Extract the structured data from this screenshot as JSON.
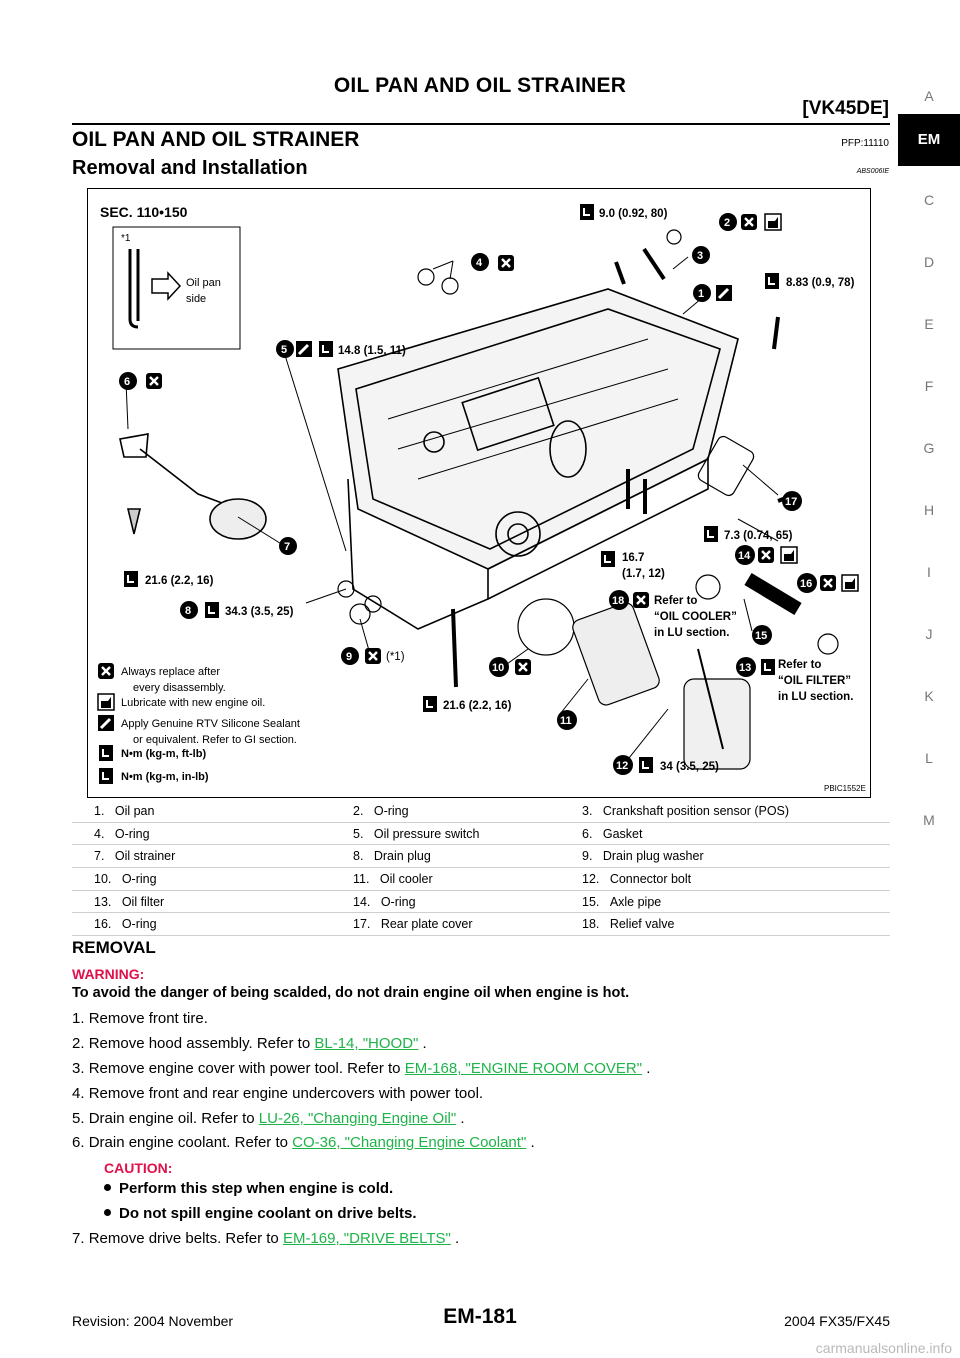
{
  "header": {
    "title": "OIL PAN AND OIL STRAINER",
    "engine": "[VK45DE]"
  },
  "side_tabs": [
    "A",
    "EM",
    "C",
    "D",
    "E",
    "F",
    "G",
    "H",
    "I",
    "J",
    "K",
    "L",
    "M"
  ],
  "side_tab_active": "EM",
  "section": {
    "title": "OIL PAN AND OIL STRAINER",
    "pfp": "PFP:11110"
  },
  "subsection": {
    "title": "Removal and Installation",
    "code": "ABS006IE"
  },
  "figure": {
    "sec": "SEC. 110•150",
    "inset_note": "*1",
    "inset_label_1": "Oil pan",
    "inset_label_2": "side",
    "code": "PBIC1552E",
    "torques": {
      "t1": "9.0 (0.92, 80)",
      "t2": "8.83 (0.9, 78)",
      "t3": "14.8 (1.5, 11)",
      "t4": "7.3 (0.74, 65)",
      "t5a": "16.7",
      "t5b": "(1.7, 12)",
      "t6": "21.6 (2.2, 16)",
      "t7": "34.3 (3.5, 25)",
      "t8": "(*1)",
      "t9": "21.6 (2.2, 16)",
      "t10": "34 (3.5, 25)"
    },
    "refs": {
      "r18a": "Refer to",
      "r18b": "“OIL COOLER”",
      "r18c": "in LU section.",
      "r13a": "Refer to",
      "r13b": "“OIL FILTER”",
      "r13c": "in LU section."
    },
    "legend": [
      "Always replace after",
      "every disassembly.",
      "Lubricate with new engine oil.",
      "Apply Genuine RTV Silicone Sealant",
      "or equivalent. Refer to GI section.",
      "N•m  (kg-m,  ft-lb)",
      "N•m  (kg-m,  in-lb)"
    ],
    "callouts": [
      "1",
      "2",
      "3",
      "4",
      "5",
      "6",
      "7",
      "8",
      "9",
      "10",
      "11",
      "12",
      "13",
      "14",
      "15",
      "16",
      "17",
      "18"
    ]
  },
  "parts": [
    [
      "1.",
      "Oil pan",
      "2.",
      "O-ring",
      "3.",
      "Crankshaft position sensor (POS)"
    ],
    [
      "4.",
      "O-ring",
      "5.",
      "Oil pressure switch",
      "6.",
      "Gasket"
    ],
    [
      "7.",
      "Oil strainer",
      "8.",
      "Drain plug",
      "9.",
      "Drain plug washer"
    ],
    [
      "10.",
      "O-ring",
      "11.",
      "Oil cooler",
      "12.",
      "Connector bolt"
    ],
    [
      "13.",
      "Oil filter",
      "14.",
      "O-ring",
      "15.",
      "Axle pipe"
    ],
    [
      "16.",
      "O-ring",
      "17.",
      "Rear plate cover",
      "18.",
      "Relief valve"
    ]
  ],
  "removal": {
    "heading": "REMOVAL",
    "warning_label": "WARNING:",
    "warning_text": "To avoid the danger of being scalded, do not drain engine oil when engine is hot.",
    "steps": [
      {
        "n": "1.",
        "text": "Remove front tire.",
        "link": "",
        "tail": ""
      },
      {
        "n": "2.",
        "text": "Remove hood assembly. Refer to ",
        "link": "BL-14, \"HOOD\"",
        "tail": " ."
      },
      {
        "n": "3.",
        "text": "Remove engine cover with power tool. Refer to ",
        "link": "EM-168, \"ENGINE ROOM COVER\"",
        "tail": " ."
      },
      {
        "n": "4.",
        "text": "Remove front and rear engine undercovers with power tool.",
        "link": "",
        "tail": ""
      },
      {
        "n": "5.",
        "text": "Drain engine oil. Refer to ",
        "link": "LU-26, \"Changing Engine Oil\"",
        "tail": " ."
      },
      {
        "n": "6.",
        "text": "Drain engine coolant. Refer to ",
        "link": "CO-36, \"Changing Engine Coolant\"",
        "tail": " ."
      },
      {
        "n": "7.",
        "text": "Remove drive belts. Refer to ",
        "link": "EM-169, \"DRIVE BELTS\"",
        "tail": " ."
      }
    ],
    "caution_label": "CAUTION:",
    "cautions": [
      "Perform this step when engine is cold.",
      "Do not spill engine coolant on drive belts."
    ]
  },
  "footer": {
    "revision": "Revision: 2004 November",
    "page": "EM-181",
    "model": "2004 FX35/FX45",
    "site": "carmanualsonline.info"
  }
}
